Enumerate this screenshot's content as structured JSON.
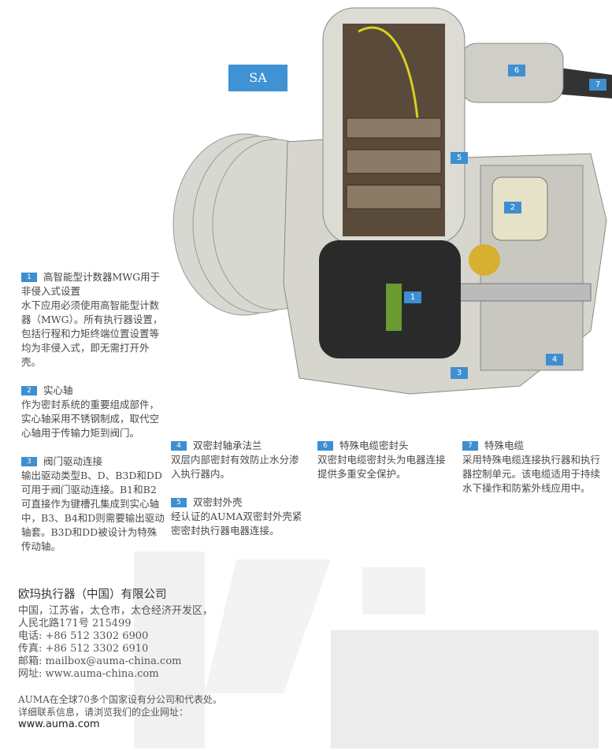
{
  "product_label": "SA",
  "image_callouts": [
    "1",
    "2",
    "3",
    "4",
    "5",
    "6",
    "7"
  ],
  "sections": [
    {
      "num": "1",
      "title": "高智能型计数器MWG用于非侵入式设置",
      "body": "水下应用必须使用高智能型计数器（MWG）。所有执行器设置，包括行程和力矩终端位置设置等均为非侵入式，即无需打开外壳。"
    },
    {
      "num": "2",
      "title": "实心轴",
      "body": "作为密封系统的重要组成部件，实心轴采用不锈钢制成，取代空心轴用于传输力矩到阀门。"
    },
    {
      "num": "3",
      "title": "阀门驱动连接",
      "body": "输出驱动类型B、D、B3D和DD可用于阀门驱动连接。B1和B2可直接作为键槽孔集成到实心轴中，B3、B4和D则需要输出驱动轴套。B3D和DD被设计为特殊传动轴。"
    },
    {
      "num": "4",
      "title": "双密封轴承法兰",
      "body": "双层内部密封有效防止水分渗入执行器内。"
    },
    {
      "num": "5",
      "title": "双密封外壳",
      "body": "经认证的AUMA双密封外壳紧密密封执行器电器连接。"
    },
    {
      "num": "6",
      "title": "特殊电缆密封头",
      "body": "双密封电缆密封头为电器连接提供多重安全保护。"
    },
    {
      "num": "7",
      "title": "特殊电缆",
      "body": "采用特殊电缆连接执行器和执行器控制单元。该电缆适用于持续水下操作和防紫外线应用中。"
    }
  ],
  "contact": {
    "company": "欧玛执行器（中国）有限公司",
    "address1": "中国，江苏省，太仓市，太仓经济开发区，",
    "address2": "人民北路171号  215499",
    "phone": "电话: +86 512 3302 6900",
    "fax": "传真: +86 512 3302 6910",
    "email": "邮箱: mailbox@auma-china.com",
    "web": "网址: www.auma-china.com",
    "note1": "AUMA在全球70多个国家设有分公司和代表处。",
    "note2": "详细联系信息，请浏览我们的企业网址：",
    "global_web": "www.auma.com"
  },
  "colors": {
    "accent": "#3d8fd1"
  }
}
